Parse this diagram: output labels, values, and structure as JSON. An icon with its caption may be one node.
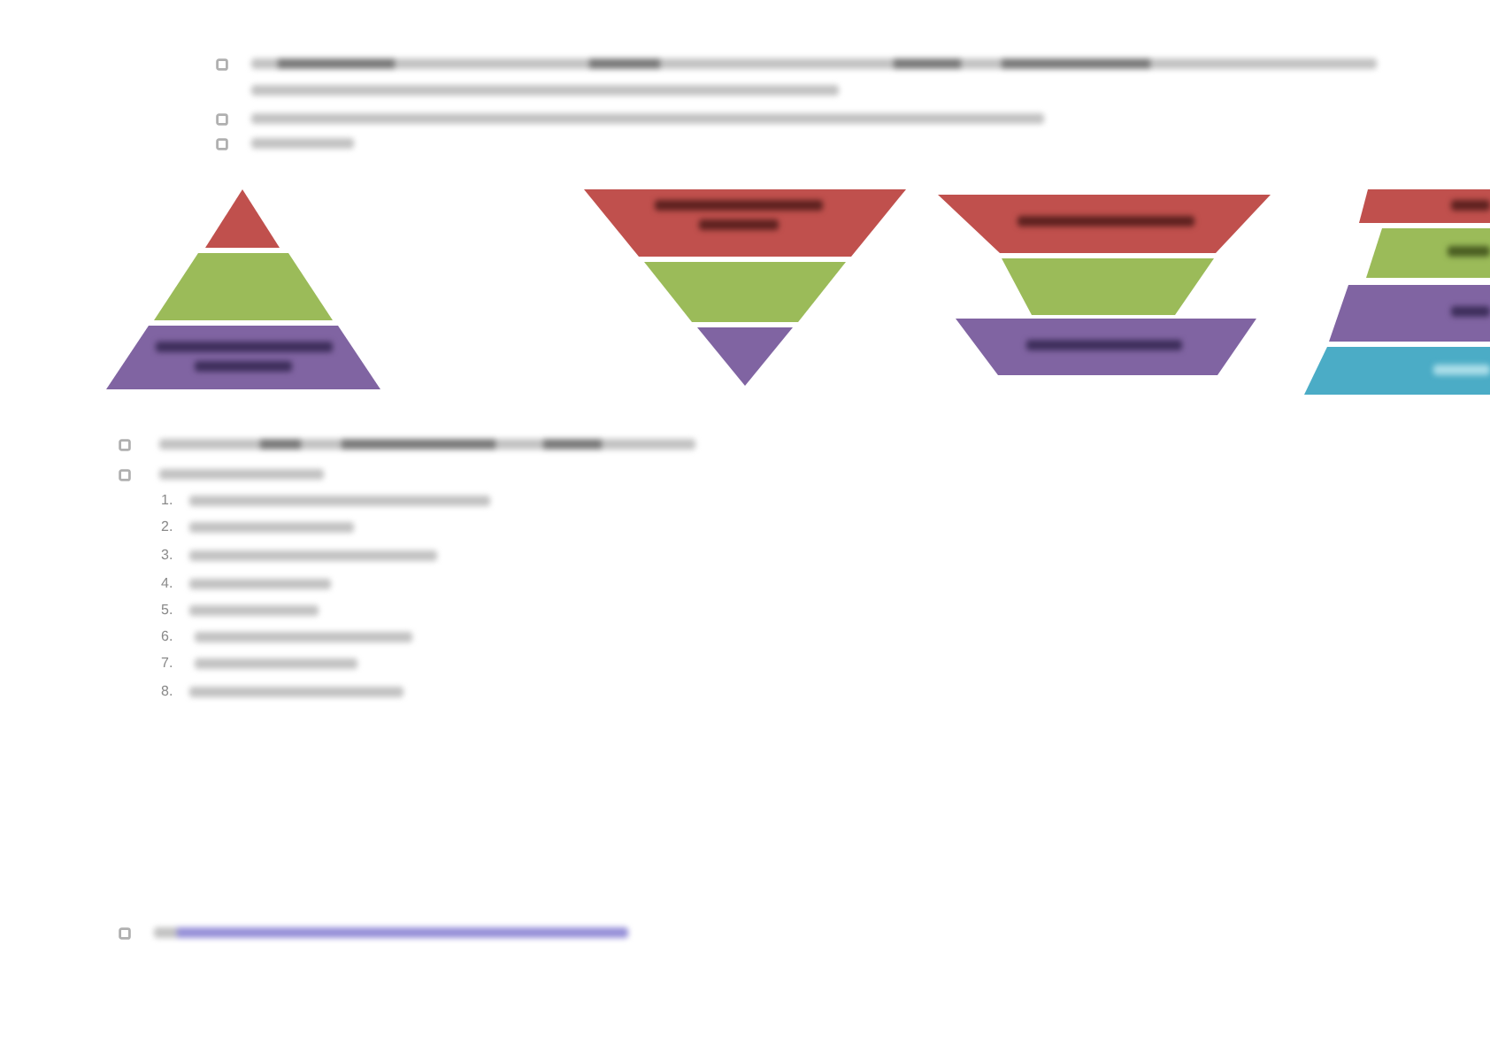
{
  "diagram": {
    "nodes": [
      {
        "text": [],
        "shape": "triangle"
      },
      {
        "text": [],
        "shape": "trapezoid"
      },
      {
        "text": [],
        "shape": "trapezoid"
      },
      {
        "text": [],
        "shape": "trapezoid"
      },
      {
        "text": [],
        "shape": "trapezoid"
      },
      {
        "text": [],
        "shape": "triangle"
      },
      {
        "text": [],
        "shape": "trapezoid"
      },
      {
        "text": [],
        "shape": "trapezoid"
      },
      {
        "text": [],
        "shape": "trapezoid"
      },
      {
        "text": [],
        "shape": "trapezoid"
      },
      {
        "text": [],
        "shape": "trapezoid"
      },
      {
        "text": [],
        "shape": "trapezoid"
      },
      {
        "text": [],
        "shape": "trapezoid"
      }
    ],
    "labels": [
      "1.",
      "2.",
      "3.",
      "4.",
      "5.",
      "6.",
      "7.",
      "8."
    ]
  }
}
